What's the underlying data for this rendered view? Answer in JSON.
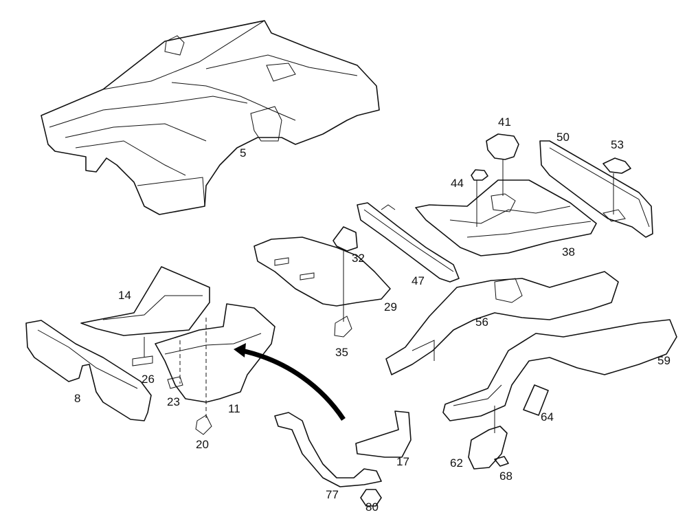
{
  "diagram": {
    "callouts": [
      "5",
      "41",
      "50",
      "53",
      "44",
      "38",
      "32",
      "47",
      "29",
      "14",
      "35",
      "56",
      "59",
      "26",
      "8",
      "23",
      "11",
      "20",
      "64",
      "17",
      "62",
      "68",
      "77",
      "80"
    ]
  }
}
